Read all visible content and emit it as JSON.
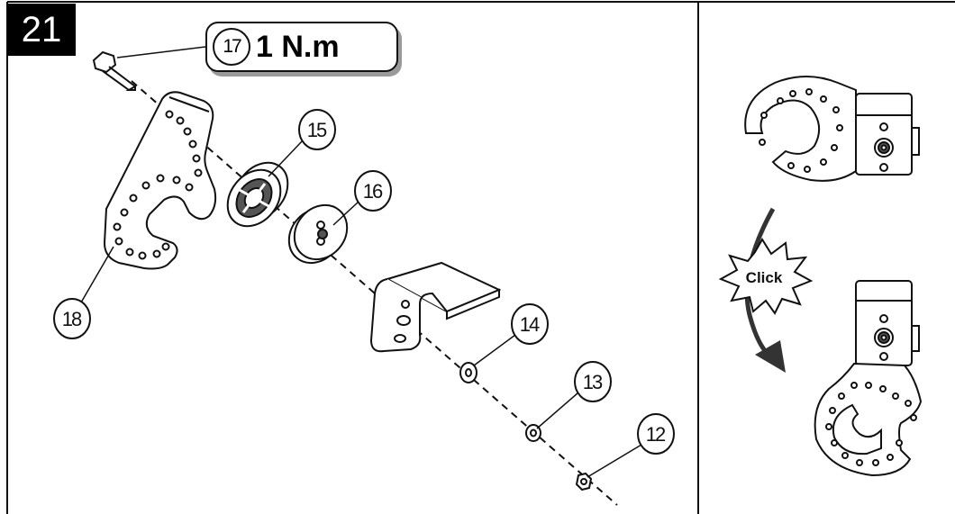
{
  "step": {
    "number": "21"
  },
  "torque": {
    "part": "17",
    "value": "1 N.m"
  },
  "callouts": [
    {
      "label": "15"
    },
    {
      "label": "16"
    },
    {
      "label": "18"
    },
    {
      "label": "14"
    },
    {
      "label": "13"
    },
    {
      "label": "12"
    }
  ],
  "detail": {
    "click_label": "Click"
  },
  "colors": {
    "line": "#111111",
    "shadow": "#9a9a9a",
    "badge": "#000000",
    "hub": "#555555"
  }
}
